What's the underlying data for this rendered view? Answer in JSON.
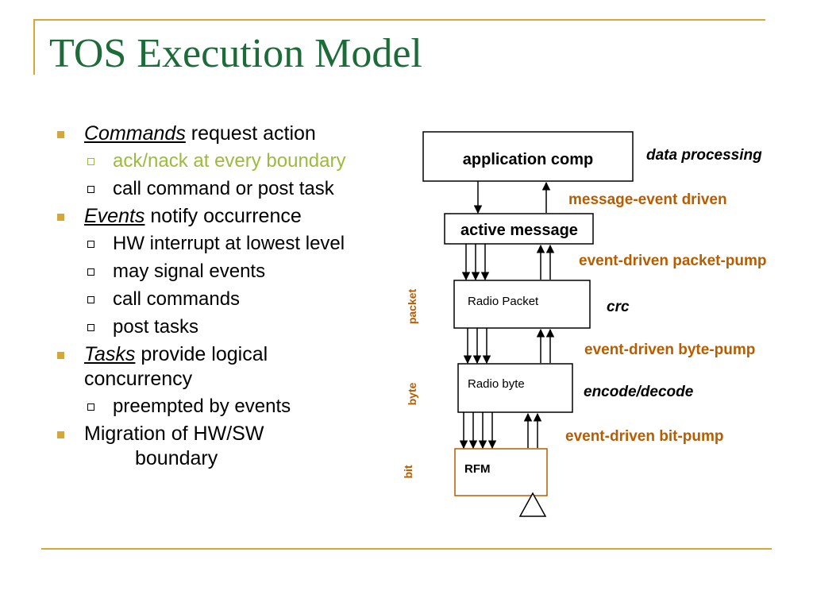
{
  "title": "TOS Execution Model",
  "bullets": [
    {
      "term": "Commands",
      "rest": " request action"
    },
    {
      "sub": [
        "ack/nack at every boundary",
        "call command or post task"
      ]
    },
    {
      "term": "Events",
      "rest": " notify occurrence"
    },
    {
      "sub": [
        "HW interrupt at lowest level",
        "may signal events",
        "call commands",
        "post tasks"
      ]
    },
    {
      "term": "Tasks",
      "rest": " provide logical concurrency"
    },
    {
      "sub": [
        "preempted by events"
      ]
    },
    {
      "line1": "Migration of HW/SW",
      "line2": "boundary"
    }
  ],
  "diagram": {
    "boxes": {
      "application": "application comp",
      "active_message": "active message",
      "radio_packet": "Radio Packet",
      "radio_byte": "Radio byte",
      "rfm": "RFM"
    },
    "side_labels": {
      "packet": "packet",
      "byte": "byte",
      "bit": "bit"
    },
    "annotations": {
      "data_processing": "data processing",
      "message_event": "message-event driven",
      "packet_pump": "event-driven packet-pump",
      "crc": "crc",
      "byte_pump": "event-driven byte-pump",
      "encode_decode": "encode/decode",
      "bit_pump": "event-driven bit-pump"
    },
    "colors": {
      "accent": "#b85c00",
      "ink": "#000000"
    }
  }
}
